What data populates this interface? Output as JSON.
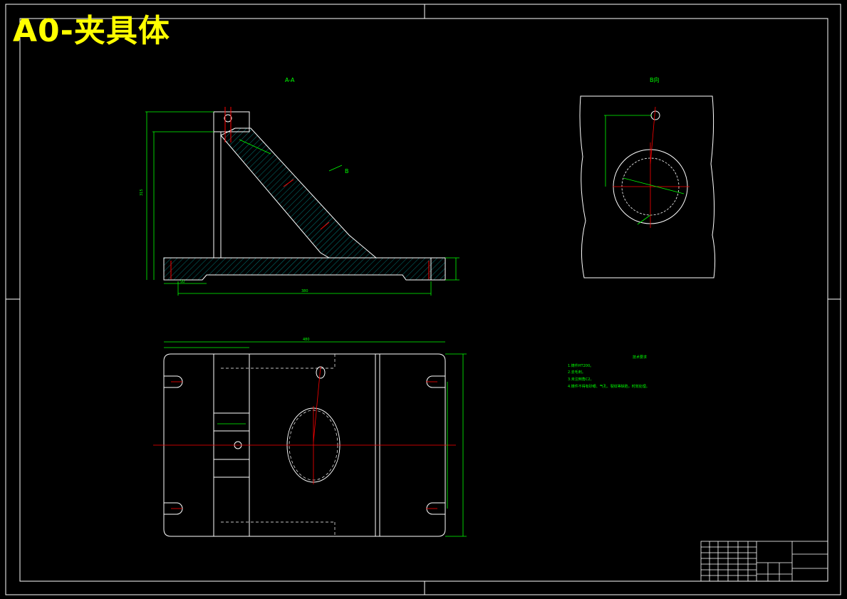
{
  "title": "A0-夹具体",
  "views": {
    "section_a": "A-A",
    "section_b": "B向",
    "b_arrow_label": "B"
  },
  "notes": {
    "heading": "技术要求",
    "items": [
      "1.铸件HT200。",
      "2.去毛刺。",
      "3.未注倒角C2。",
      "4.铸件不得有砂眼、气孔、裂纹等缺陷，时效处理。"
    ]
  },
  "dimensions": {
    "base_length": "380",
    "plan_width": "480",
    "left_offset": "50",
    "left_height": "315"
  },
  "colors": {
    "background": "#000000",
    "outline": "#ffffff",
    "dimension": "#00ff00",
    "centerline": "#ff0000",
    "hatch": "#00cccc",
    "title": "#ffff00"
  }
}
